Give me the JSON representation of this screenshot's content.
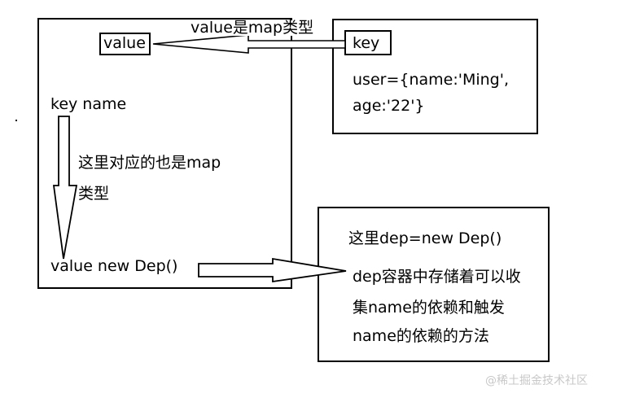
{
  "left_box": {
    "value_tag": "value",
    "key_name": "key  name",
    "map_note_line1": "这里对应的也是map",
    "map_note_line2": "类型",
    "value_dep": "value  new Dep()"
  },
  "top_label": "value是map类型",
  "right_top_box": {
    "key_tag": "key",
    "user_line1": "user={name:'Ming',",
    "user_line2": "age:'22'}"
  },
  "right_bottom_box": {
    "title": "这里dep=new Dep()",
    "desc_line1": "dep容器中存储着可以收",
    "desc_line2": "集name的依赖和触发",
    "desc_line3": "name的依赖的方法"
  },
  "watermark": "@稀土掘金技术社区"
}
